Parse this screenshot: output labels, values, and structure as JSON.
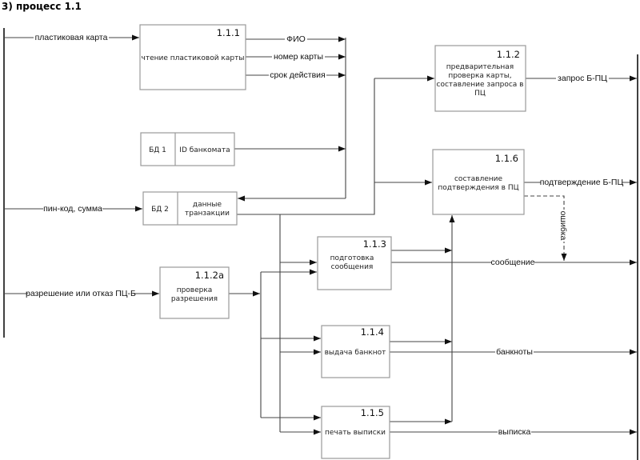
{
  "title": "3) процесс 1.1",
  "colors": {
    "line": "#444444",
    "box_border": "#9a9a9a",
    "boundary": "#111111"
  },
  "boxes": {
    "b111": {
      "number": "1.1.1",
      "lines": [
        "чтение пластиковой карты"
      ]
    },
    "b112": {
      "number": "1.1.2",
      "lines": [
        "предварительная",
        "проверка карты,",
        "составление запроса в",
        "ПЦ"
      ]
    },
    "b112a": {
      "number": "1.1.2а",
      "lines": [
        "проверка",
        "разрешения"
      ]
    },
    "b113": {
      "number": "1.1.3",
      "lines": [
        "подготовка",
        "сообщения"
      ]
    },
    "b114": {
      "number": "1.1.4",
      "lines": [
        "выдача банкнот"
      ]
    },
    "b115": {
      "number": "1.1.5",
      "lines": [
        "печать выписки"
      ]
    },
    "b116": {
      "number": "1.1.6",
      "lines": [
        "составление",
        "подтверждения в ПЦ"
      ]
    }
  },
  "stores": {
    "db1": {
      "id": "БД 1",
      "name": [
        "ID банкомата"
      ]
    },
    "db2": {
      "id": "БД 2",
      "name": [
        "данные",
        "транзакции"
      ]
    }
  },
  "flows": {
    "plastic_card": "пластиковая карта",
    "pin_sum": "пин-код, сумма",
    "auth_result": "разрешение или отказ ПЦ-Б",
    "fio": "ФИО",
    "card_number": "номер карты",
    "expiry": "срок действия",
    "request": "запрос Б-ПЦ",
    "confirmation": "подтверждение Б-ПЦ",
    "error": "ошибка",
    "message": "сообщение",
    "banknotes": "банкноты",
    "statement": "выписка"
  }
}
